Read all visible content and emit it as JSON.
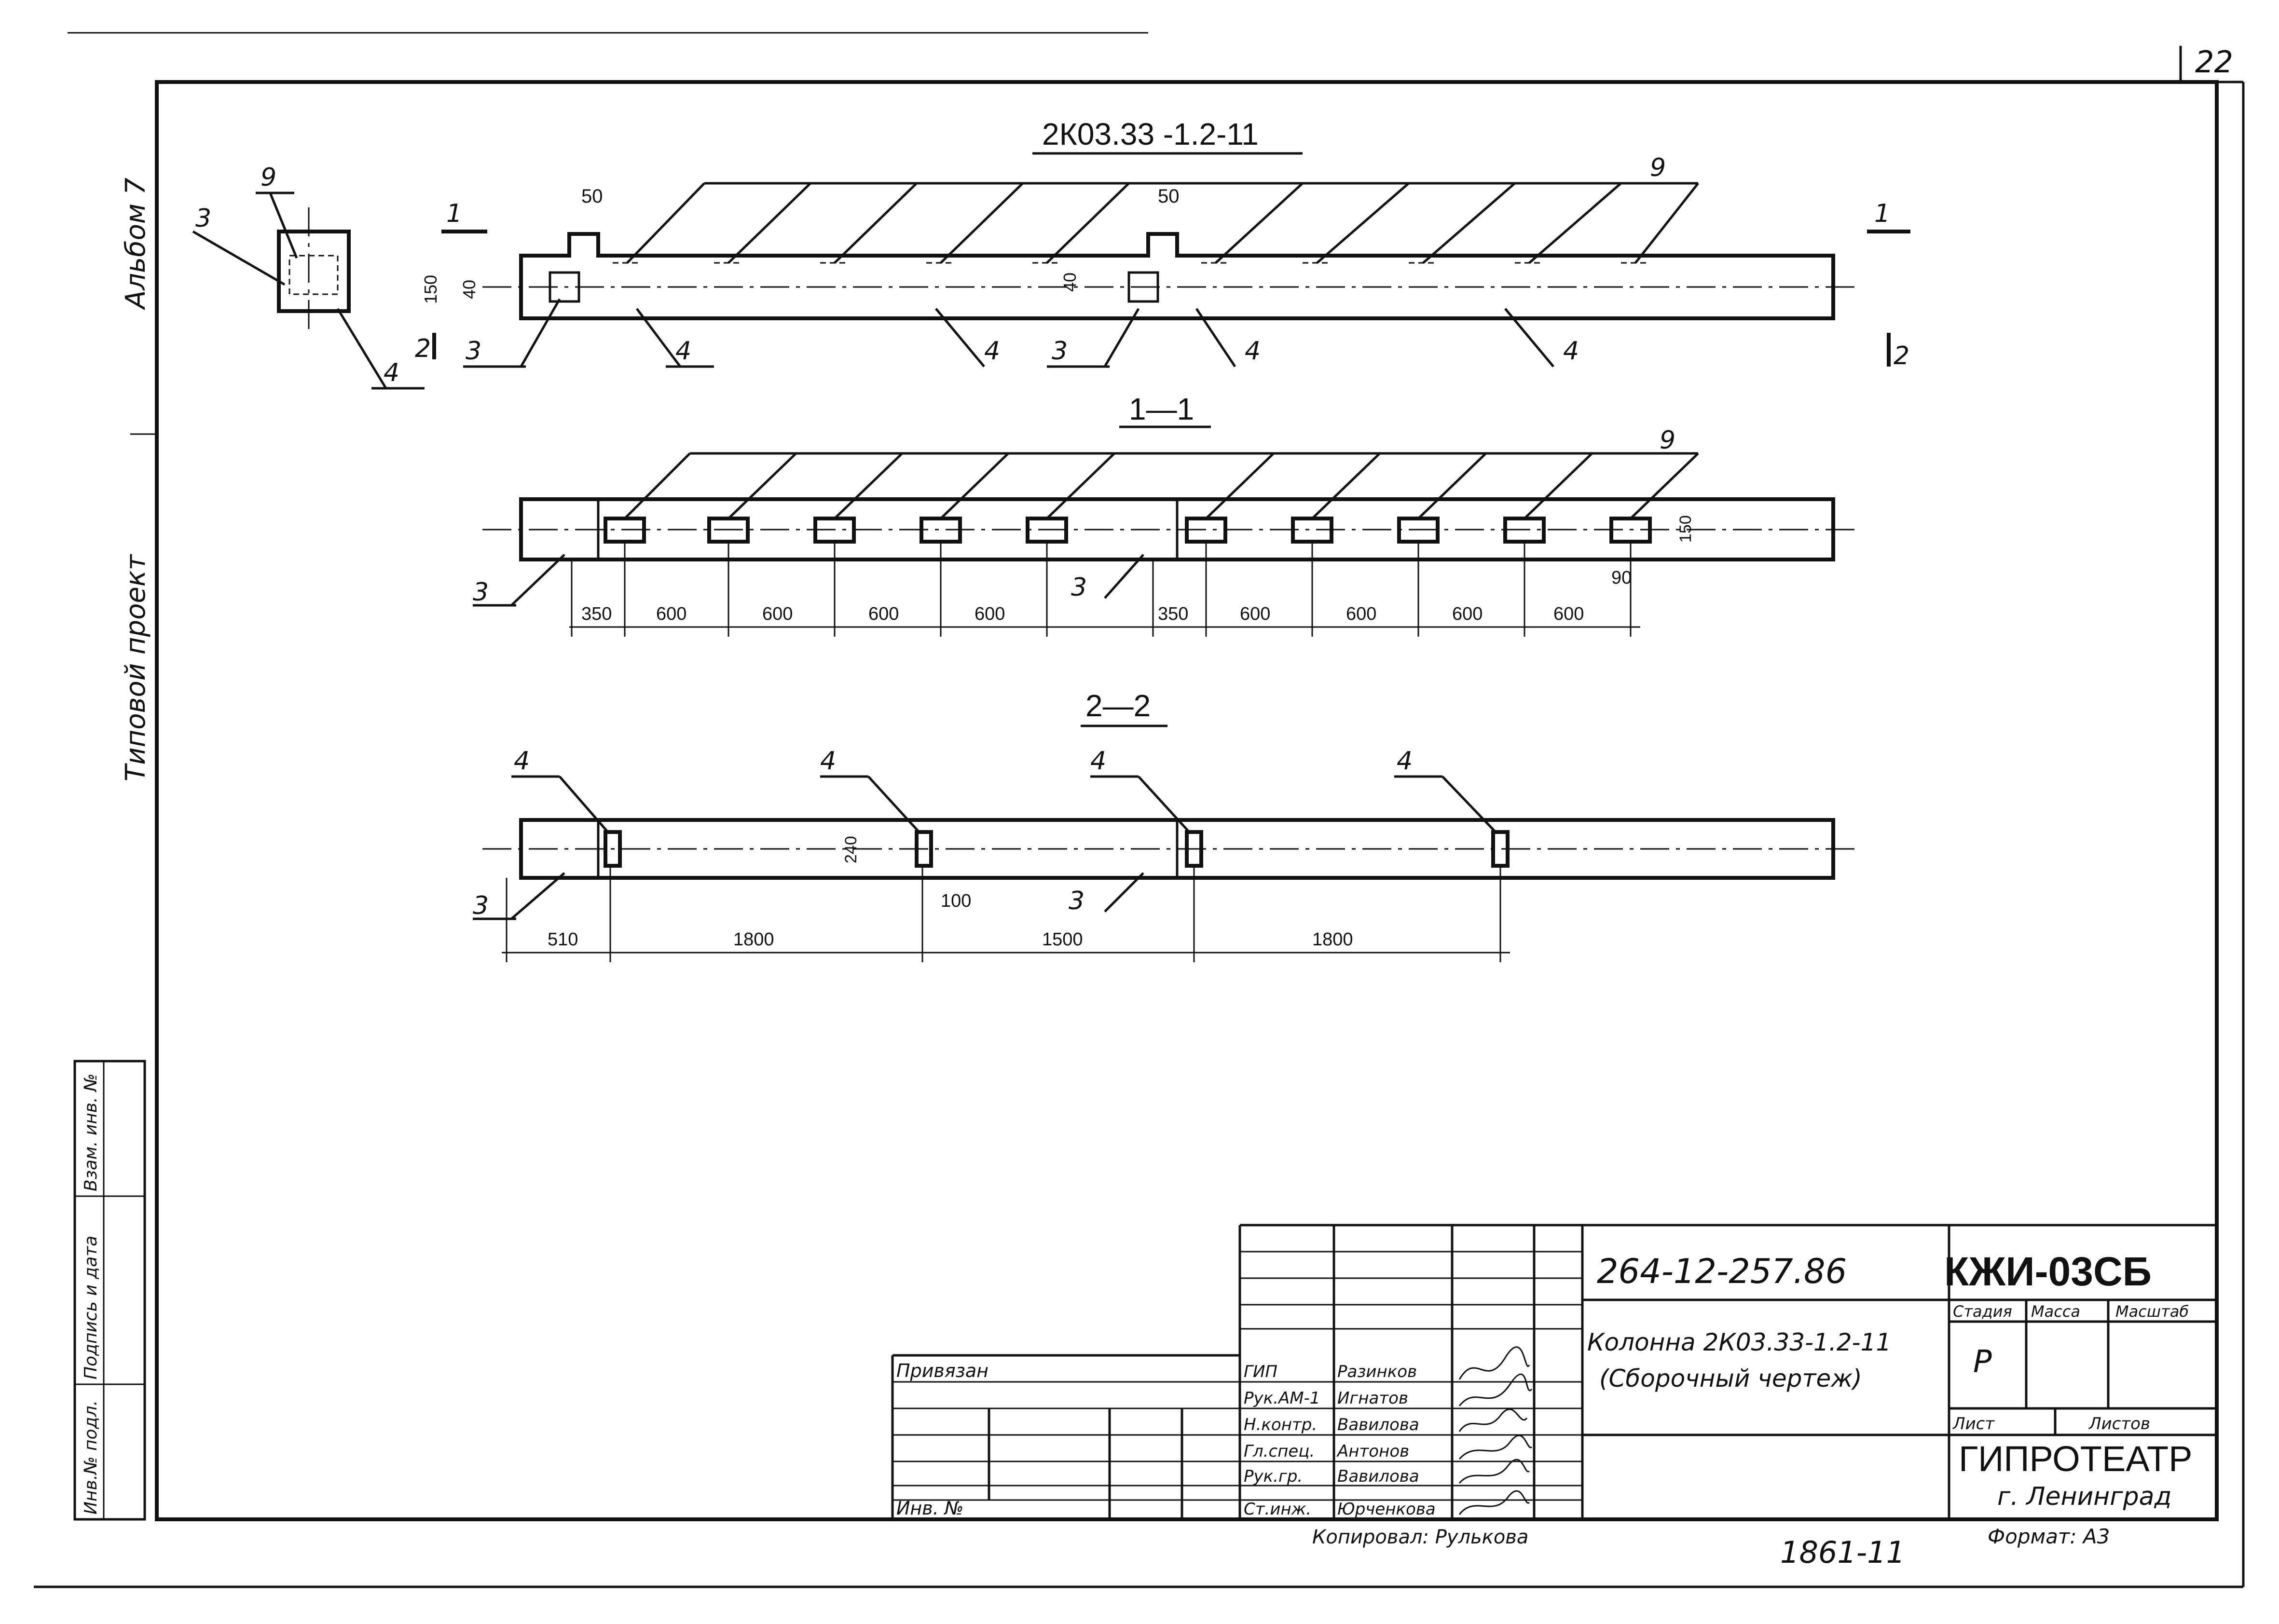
{
  "sheet_number": "22",
  "album_label": "Альбом 7",
  "side_title": "Типовой проект",
  "views": {
    "main_title": "2К03.33 -1.2-11",
    "section_1_title": "1—1",
    "section_2_title": "2—2"
  },
  "marks": {
    "m9": "9",
    "m3": "3",
    "m4": "4",
    "cut1": "1",
    "cut2": "2"
  },
  "dims": {
    "d50": "50",
    "d150": "150",
    "d40": "40",
    "d90": "90",
    "d240": "240",
    "d100": "100",
    "s11": [
      "350",
      "600",
      "600",
      "600",
      "600",
      "350",
      "600",
      "600",
      "600",
      "600"
    ],
    "s22": [
      "510",
      "1800",
      "1500",
      "1800"
    ]
  },
  "left_stamp": {
    "col1": "Инв.№ подл.",
    "col2": "Подпись и дата",
    "col3": "Взам. инв. №"
  },
  "title_block": {
    "privyazan": "Привязан",
    "inv_no": "Инв. №",
    "roles": [
      "ГИП",
      "Рук.АМ-1",
      "Н.контр.",
      "Гл.спец.",
      "Рук.гр.",
      "Ст.инж."
    ],
    "names": [
      "Разинков",
      "Игнатов",
      "Вавилова",
      "Антонов",
      "Вавилова",
      "Юрченкова"
    ],
    "doc_number": "264-12-257.86",
    "doc_code": "КЖИ-03СБ",
    "product_name": "Колонна 2К03.33-1.2-11",
    "drawing_type": "(Сборочный чертеж)",
    "stage_label": "Стадия",
    "mass_label": "Масса",
    "scale_label": "Масштаб",
    "stage_value": "Р",
    "sheet_label": "Лист",
    "sheets_label": "Листов",
    "org": "ГИПРОТЕАТР",
    "city": "г. Ленинград",
    "copied_by": "Копировал: Рулькова",
    "archive_no": "1861-11",
    "format": "Формат: А3"
  }
}
